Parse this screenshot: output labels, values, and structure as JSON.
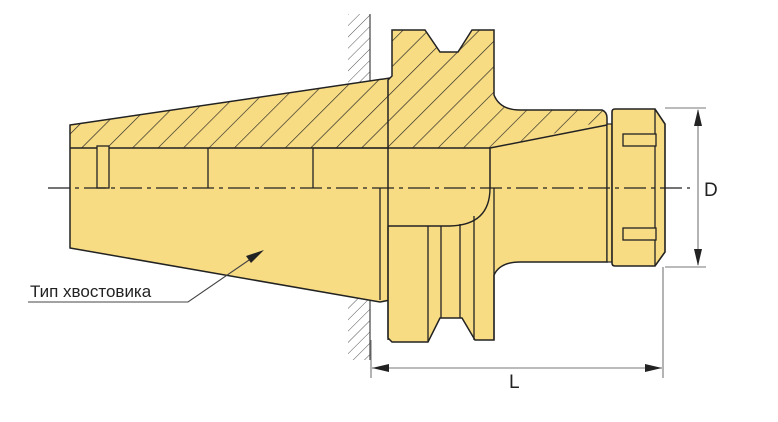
{
  "labels": {
    "shank_type": "Тип хвостовика",
    "diameter": "D",
    "length": "L"
  },
  "colors": {
    "body_fill": "#F8DC84",
    "outline": "#222222",
    "dimension": "#777777"
  }
}
